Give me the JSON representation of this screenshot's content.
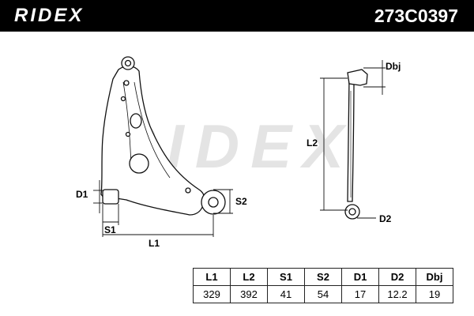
{
  "header": {
    "brand": "RIDEX",
    "part_number": "273C0397"
  },
  "drawing": {
    "watermark": "RIDEX",
    "labels": {
      "d1": "D1",
      "s1": "S1",
      "l1": "L1",
      "s2": "S2",
      "l2": "L2",
      "dbj": "Dbj",
      "d2": "D2"
    }
  },
  "spec_table": {
    "headers": [
      "L1",
      "L2",
      "S1",
      "S2",
      "D1",
      "D2",
      "Dbj"
    ],
    "values": [
      "329",
      "392",
      "41",
      "54",
      "17",
      "12.2",
      "19"
    ]
  }
}
